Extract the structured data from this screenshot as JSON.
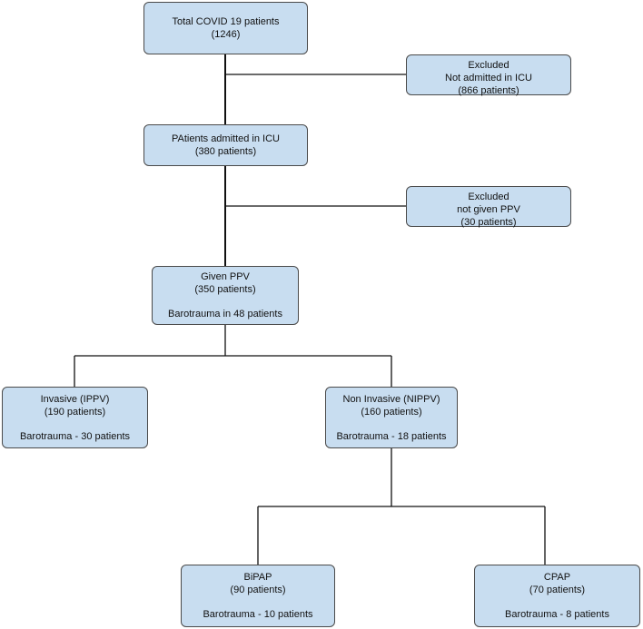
{
  "flowchart": {
    "total": {
      "title": "Total COVID 19 patients",
      "count": "(1246)"
    },
    "excluded_icu": {
      "title": "Excluded",
      "reason": "Not admitted in ICU",
      "count": "(866 patients)"
    },
    "icu": {
      "title": "PAtients admitted in ICU",
      "count": "(380 patients)"
    },
    "excluded_ppv": {
      "title": "Excluded",
      "reason": "not given PPV",
      "count": "(30 patients)"
    },
    "given_ppv": {
      "title": "Given PPV",
      "count": "(350 patients)",
      "barotrauma": "Barotrauma in 48 patients"
    },
    "invasive": {
      "title": "Invasive (IPPV)",
      "count": "(190 patients)",
      "barotrauma": "Barotrauma - 30 patients"
    },
    "non_invasive": {
      "title": "Non Invasive (NIPPV)",
      "count": "(160 patients)",
      "barotrauma": "Barotrauma - 18 patients"
    },
    "bipap": {
      "title": "BiPAP",
      "count": "(90 patients)",
      "barotrauma": "Barotrauma - 10 patients"
    },
    "cpap": {
      "title": "CPAP",
      "count": "(70 patients)",
      "barotrauma": "Barotrauma - 8 patients"
    }
  }
}
